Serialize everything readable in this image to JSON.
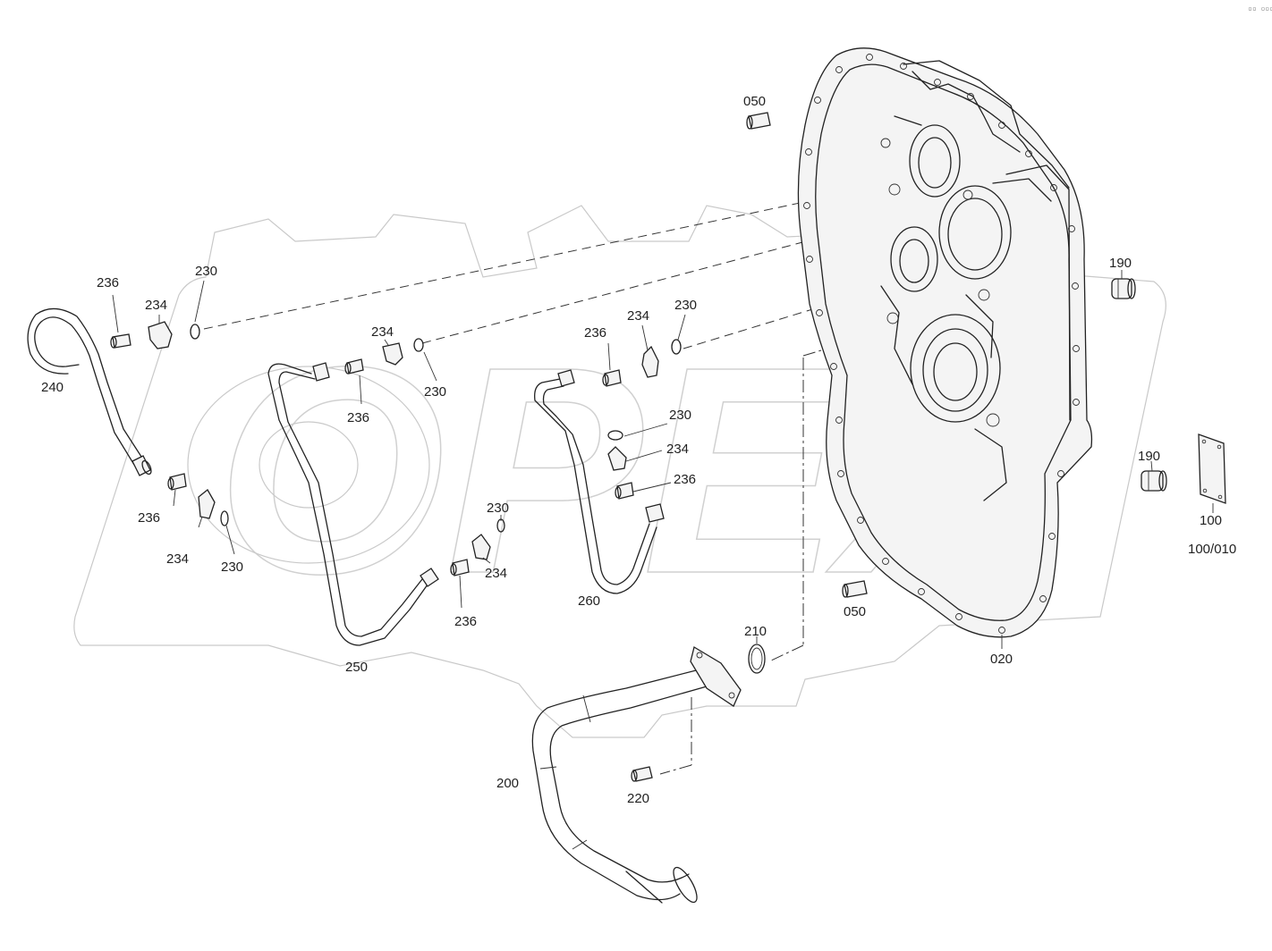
{
  "corner_marker": "▫▫ ▫▫▫",
  "watermark": {
    "text": "OPEX"
  },
  "callouts": [
    {
      "id": "c050a",
      "label": "050"
    },
    {
      "id": "c230a",
      "label": "230"
    },
    {
      "id": "c236a",
      "label": "236"
    },
    {
      "id": "c234a",
      "label": "234"
    },
    {
      "id": "c240",
      "label": "240"
    },
    {
      "id": "c234b",
      "label": "234"
    },
    {
      "id": "c230b",
      "label": "230"
    },
    {
      "id": "c236b",
      "label": "236"
    },
    {
      "id": "c236c",
      "label": "236"
    },
    {
      "id": "c234c",
      "label": "234"
    },
    {
      "id": "c230c",
      "label": "230"
    },
    {
      "id": "c230d",
      "label": "230"
    },
    {
      "id": "c234d",
      "label": "234"
    },
    {
      "id": "c236d",
      "label": "236"
    },
    {
      "id": "c236e",
      "label": "236"
    },
    {
      "id": "c234e",
      "label": "234"
    },
    {
      "id": "c230e",
      "label": "230"
    },
    {
      "id": "c230f",
      "label": "230"
    },
    {
      "id": "c234f",
      "label": "234"
    },
    {
      "id": "c236f",
      "label": "236"
    },
    {
      "id": "c260",
      "label": "260"
    },
    {
      "id": "c250",
      "label": "250"
    },
    {
      "id": "c190a",
      "label": "190"
    },
    {
      "id": "c190b",
      "label": "190"
    },
    {
      "id": "c100",
      "label": "100"
    },
    {
      "id": "c100010",
      "label": "100/010"
    },
    {
      "id": "c050b",
      "label": "050"
    },
    {
      "id": "c210",
      "label": "210"
    },
    {
      "id": "c020",
      "label": "020"
    },
    {
      "id": "c200",
      "label": "200"
    },
    {
      "id": "c220",
      "label": "220"
    }
  ]
}
